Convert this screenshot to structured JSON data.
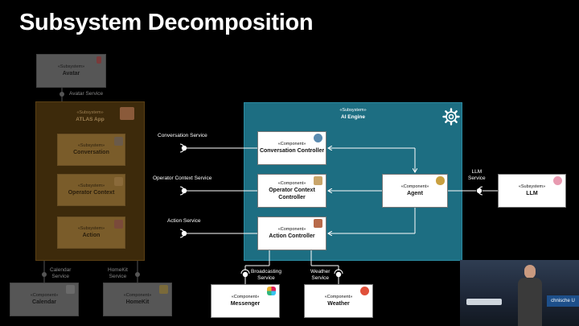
{
  "slide": {
    "title": "Subsystem Decomposition"
  },
  "stereotypes": {
    "subsystem": "«Subsystem»",
    "component": "«Component»"
  },
  "atlas_app": {
    "name": "ATLAS App"
  },
  "ai_engine": {
    "name": "AI Engine"
  },
  "boxes": {
    "avatar": "Avatar",
    "conversation": "Conversation",
    "operator_context": "Operator Context",
    "action": "Action",
    "calendar": "Calendar",
    "homekit": "HomeKit",
    "conversation_controller": "Conversation Controller",
    "operator_context_controller_line1": "Operator Context",
    "operator_context_controller_line2": "Controller",
    "action_controller": "Action Controller",
    "agent": "Agent",
    "llm": "LLM",
    "messenger": "Messenger",
    "weather": "Weather"
  },
  "interfaces": {
    "avatar_service": "Avatar Service",
    "conversation_service": "Conversation Service",
    "operator_context_service": "Operator Context Service",
    "action_service": "Action Service",
    "llm_service_line1": "LLM",
    "llm_service_line2": "Service",
    "broadcasting_service_line1": "Broadcasting",
    "broadcasting_service_line2": "Service",
    "weather_service_line1": "Weather",
    "weather_service_line2": "Service",
    "calendar_service_line1": "Calendar",
    "calendar_service_line2": "Service",
    "homekit_service_line1": "HomeKit",
    "homekit_service_line2": "Service"
  },
  "video": {
    "banner": "chnische U"
  },
  "colors": {
    "engine": "#1d6e82",
    "atlas": "#3d2a0b",
    "dim_box": "#565656"
  }
}
